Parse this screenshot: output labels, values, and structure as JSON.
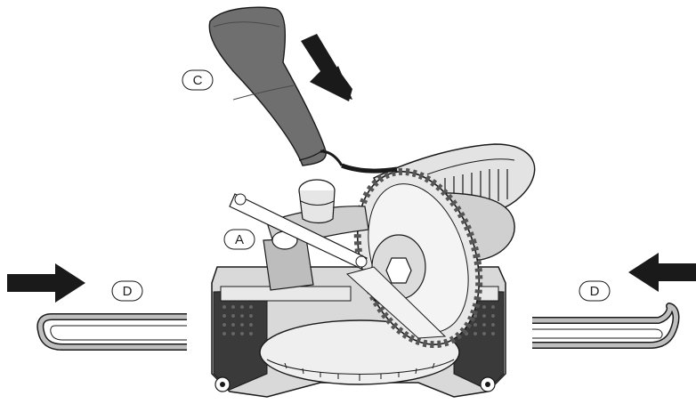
{
  "callouts": {
    "a": "A",
    "c": "C",
    "d_left": "D",
    "d_right": "D"
  },
  "colors": {
    "line": "#1a1a1a",
    "body_light": "#e6e6e6",
    "body_mid": "#bdbdbd",
    "body_dark": "#3a3a3a",
    "dust_bag": "#6f6f6f",
    "arrow": "#1a1a1a"
  }
}
